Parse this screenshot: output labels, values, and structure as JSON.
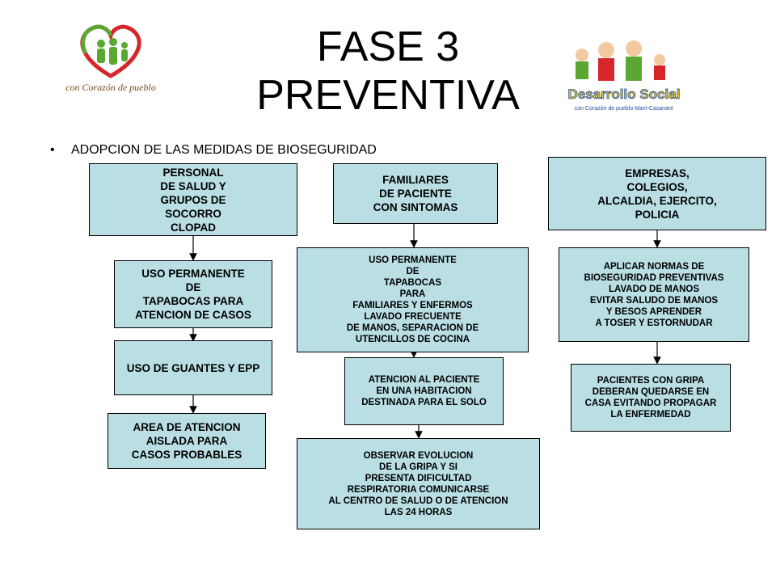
{
  "title_line1": "FASE 3",
  "title_line2": "PREVENTIVA",
  "bullet": "ADOPCION DE LAS MEDIDAS DE BIOSEGURIDAD",
  "logo_left_text": "con Corazón de pueblo",
  "logo_right_text": "Desarrollo Social",
  "logo_right_subtext": "con Corazón de pueblo Maní-Casanare",
  "colors": {
    "box_fill": "#b9dee3",
    "heart_red": "#d7262b",
    "heart_green": "#5aa832"
  },
  "col1": {
    "header": "PERSONAL\nDE SALUD Y\nGRUPOS DE\nSOCORRO\nCLOPAD",
    "step1": "USO PERMANENTE\nDE\nTAPABOCAS PARA\nATENCION DE CASOS",
    "step2": "USO DE GUANTES Y EPP",
    "step3": "AREA DE ATENCION\nAISLADA PARA\nCASOS PROBABLES"
  },
  "col2": {
    "header": "FAMILIARES\nDE PACIENTE\nCON SINTOMAS",
    "step1": "USO PERMANENTE\nDE\nTAPABOCAS\nPARA\nFAMILIARES Y ENFERMOS\nLAVADO FRECUENTE\nDE MANOS, SEPARACION DE\nUTENCILLOS DE COCINA",
    "step2": "ATENCION AL PACIENTE\nEN UNA HABITACION\nDESTINADA PARA EL SOLO",
    "step3": "OBSERVAR EVOLUCION\nDE LA GRIPA Y SI\nPRESENTA DIFICULTAD\nRESPIRATORIA COMUNICARSE\nAL CENTRO DE SALUD O DE ATENCION\nLAS 24 HORAS"
  },
  "col3": {
    "header": "EMPRESAS,\nCOLEGIOS,\nALCALDIA, EJERCITO,\nPOLICIA",
    "step1": "APLICAR NORMAS DE\nBIOSEGURIDAD PREVENTIVAS\nLAVADO DE MANOS\nEVITAR SALUDO DE MANOS\nY BESOS APRENDER\nA TOSER Y ESTORNUDAR",
    "step2": "PACIENTES CON GRIPA\nDEBERAN QUEDARSE EN\nCASA EVITANDO PROPAGAR\nLA ENFERMEDAD"
  }
}
